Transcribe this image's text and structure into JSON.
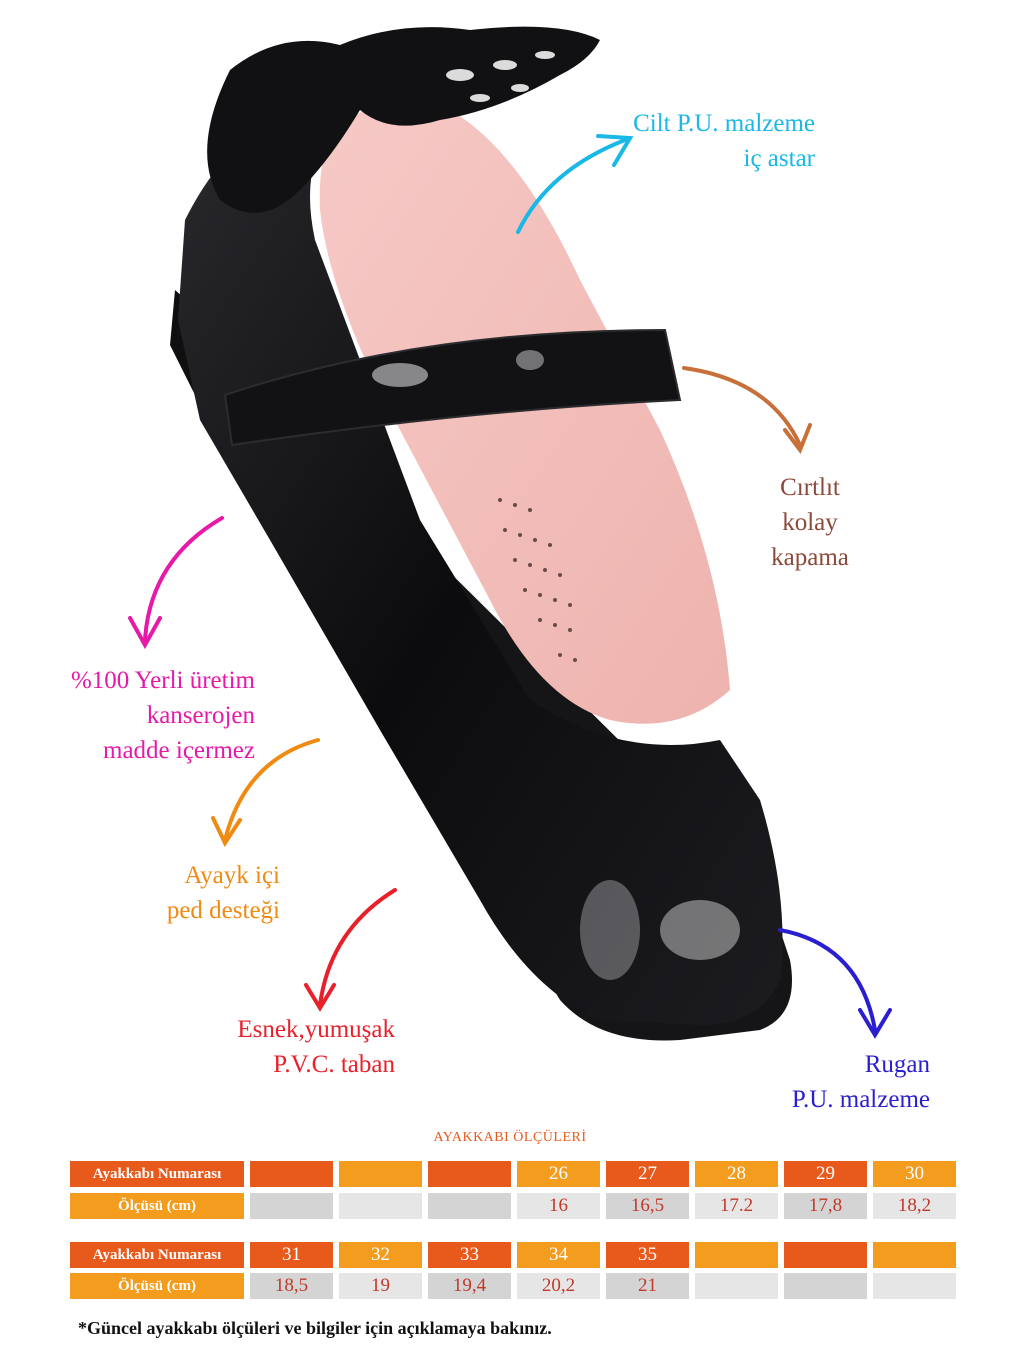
{
  "labels": {
    "lining": [
      "Cilt P.U. malzeme",
      "iç astar"
    ],
    "closure": [
      "Cırtlıt",
      "kolay",
      "kapama"
    ],
    "local": [
      "%100 Yerli üretim",
      "kanserojen",
      "madde içermez"
    ],
    "insole": [
      "Ayayk içi",
      "ped desteği"
    ],
    "sole": [
      "Esnek,yumuşak",
      "P.V.C. taban"
    ],
    "upper": [
      "Rugan",
      "P.U. malzeme"
    ]
  },
  "colors": {
    "lining": "#19b8e6",
    "closure": "#8a4a3a",
    "closure_arrow": "#c8703a",
    "local": "#e619a8",
    "insole": "#ef8a12",
    "sole": "#e8202a",
    "upper": "#2a1fd0",
    "orange": "#e85a1c",
    "amber": "#f39c1e",
    "grey": "#d4d4d4",
    "light_grey": "#e6e6e6"
  },
  "size_table": {
    "title": "AYAKKABI ÖLÇÜLERİ",
    "size_label": "Ayakkabı Numarası",
    "cm_label": "Ölçüsü (cm)",
    "rows": [
      {
        "sizes": [
          "",
          "",
          "",
          "26",
          "27",
          "28",
          "29",
          "30"
        ],
        "cms": [
          "",
          "",
          "",
          "16",
          "16,5",
          "17.2",
          "17,8",
          "18,2"
        ]
      },
      {
        "sizes": [
          "31",
          "32",
          "33",
          "34",
          "35",
          "",
          "",
          ""
        ],
        "cms": [
          "18,5",
          "19",
          "19,4",
          "20,2",
          "21",
          "",
          "",
          ""
        ]
      }
    ]
  },
  "footnote": "*Güncel ayakkabı ölçüleri ve bilgiler için açıklamaya bakınız."
}
